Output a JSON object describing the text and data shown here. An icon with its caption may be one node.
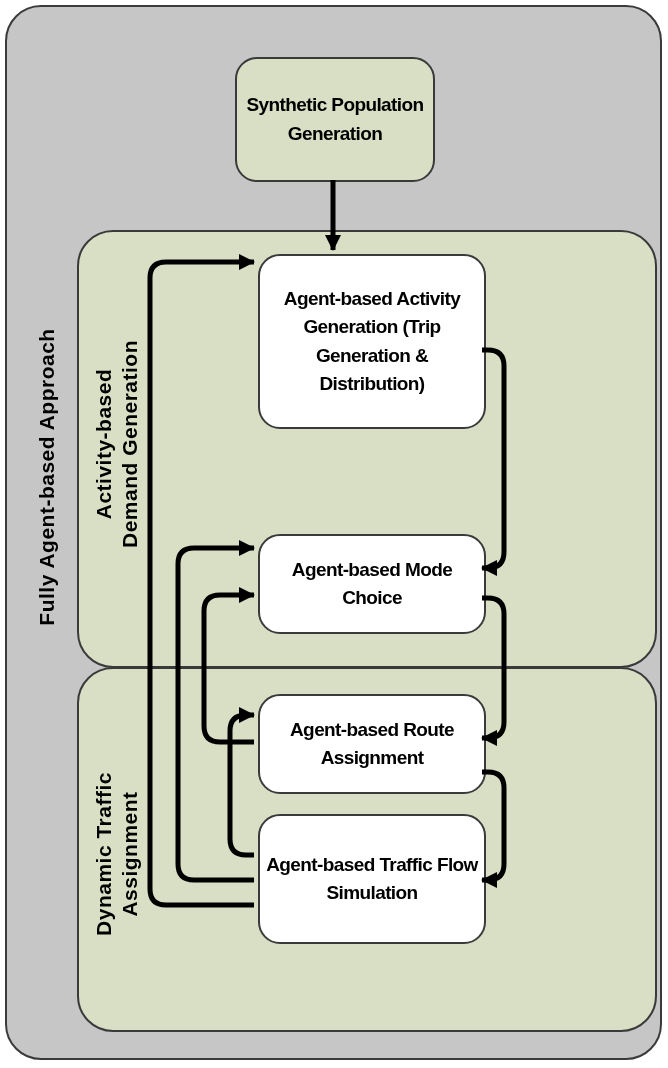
{
  "diagram": {
    "nodes": [
      {
        "text": [
          "Fully Agent-based Approach"
        ]
      },
      {
        "text": [
          "Synthetic Population Generation"
        ],
        "in": 0
      },
      {
        "text": [
          "Activity-based Demand Generation"
        ],
        "in": 0
      },
      {
        "text": [
          "Agent-based Activity Generation (Trip Generation & Distribution)"
        ],
        "in": 2
      },
      {
        "text": [
          "Agent-based Mode Choice"
        ],
        "in": 2
      },
      {
        "text": [
          "Dynamic Traffic Assignment"
        ],
        "in": 0
      },
      {
        "text": [
          "Agent-based Route Assignment"
        ],
        "in": 5
      },
      {
        "text": [
          "Agent-based Traffic Flow Simulation"
        ],
        "in": 5
      }
    ],
    "edges": [
      {
        "from": 1,
        "to": 3,
        "arrow": "to"
      },
      {
        "from": 3,
        "to": 4,
        "arrow": "to"
      },
      {
        "from": 4,
        "to": 6,
        "arrow": "to"
      },
      {
        "from": 6,
        "to": 7,
        "arrow": "to"
      },
      {
        "from": 7,
        "to": 3,
        "arrow": "to"
      },
      {
        "from": 7,
        "to": 4,
        "arrow": "to"
      },
      {
        "from": 6,
        "to": 4,
        "arrow": "to"
      },
      {
        "from": 7,
        "to": 6,
        "arrow": "to"
      }
    ]
  }
}
